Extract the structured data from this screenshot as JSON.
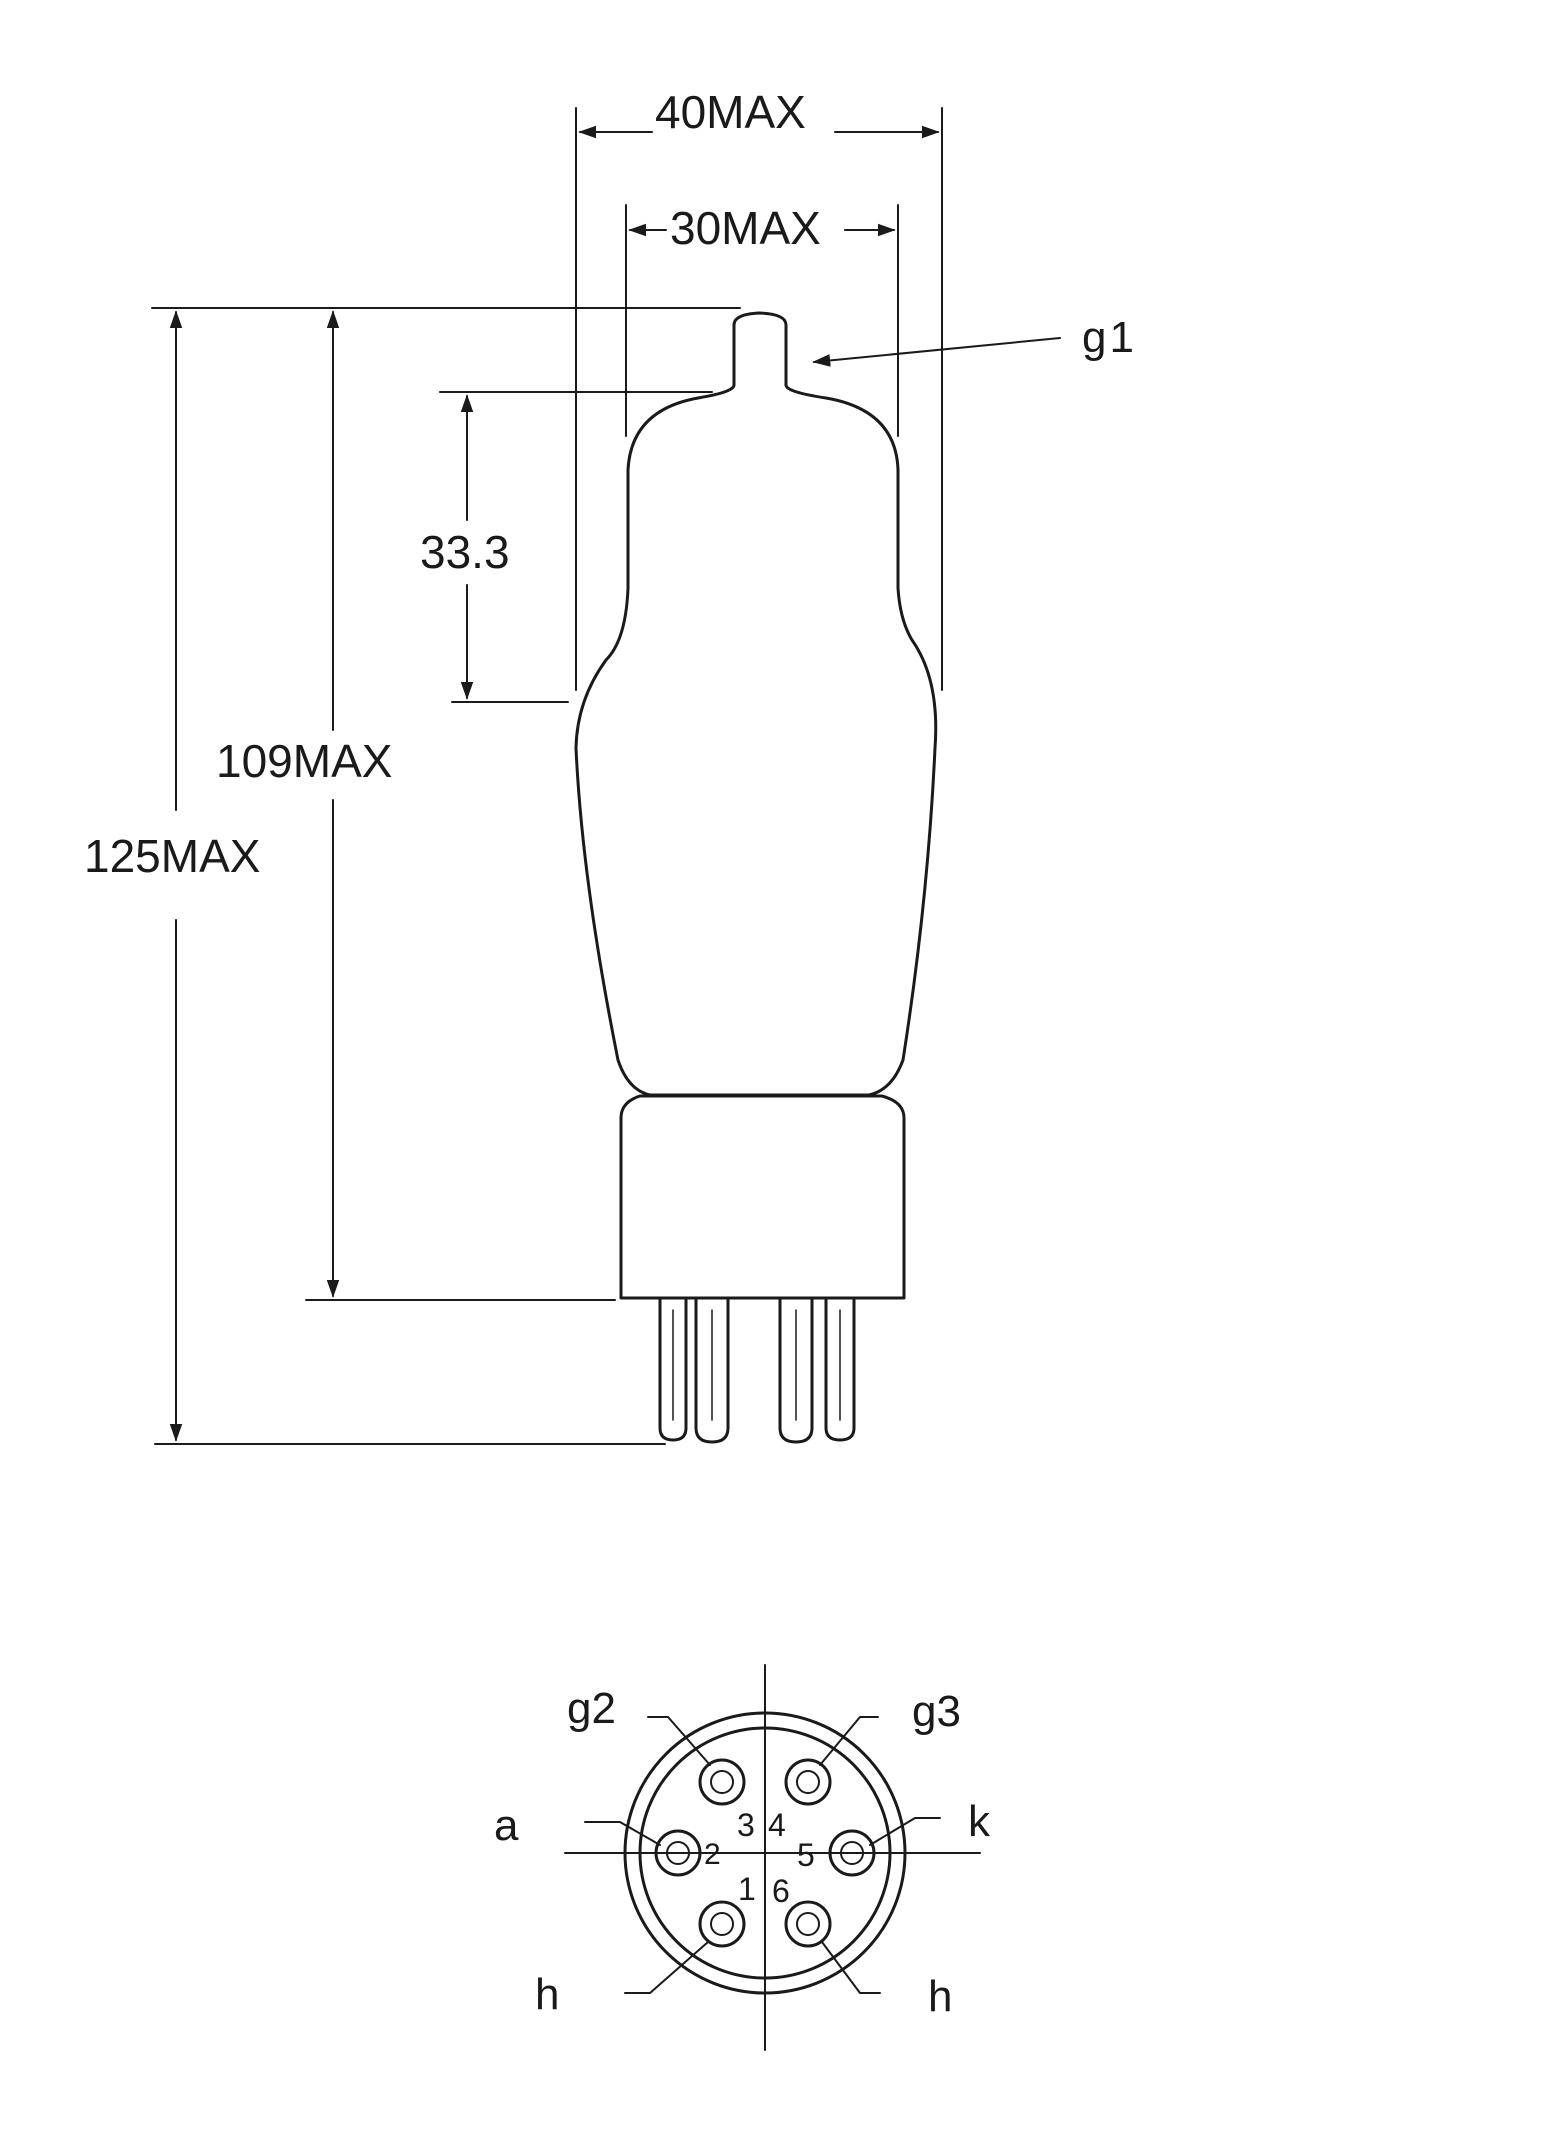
{
  "dimensions": {
    "overall_width": "40MAX",
    "bulb_width": "30MAX",
    "shoulder_height": "33.3",
    "seated_height": "109MAX",
    "total_height": "125MAX"
  },
  "top_cap_label": "g1",
  "base": {
    "pin_numbers": [
      "1",
      "2",
      "3",
      "4",
      "5",
      "6"
    ],
    "pin_labels": {
      "g2": "g2",
      "g3": "g3",
      "a": "a",
      "k": "k",
      "h_left": "h",
      "h_right": "h"
    }
  }
}
